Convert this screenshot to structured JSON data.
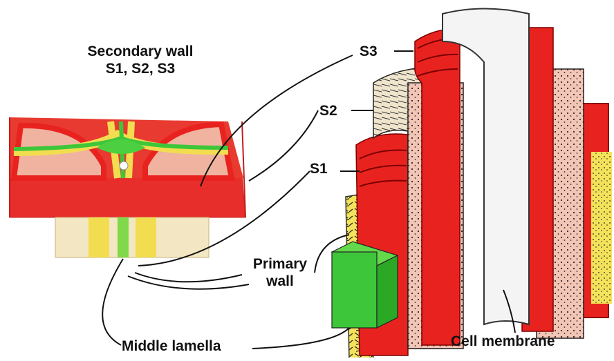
{
  "labels": {
    "secondary_wall_line1": "Secondary wall",
    "secondary_wall_line2": "S1, S2, S3",
    "s3": "S3",
    "s2": "S2",
    "s1": "S1",
    "primary_wall_line1": "Primary",
    "primary_wall_line2": "wall",
    "middle_lamella": "Middle lamella",
    "cell_membrane": "Cell membrane"
  },
  "colors": {
    "s1_s3_red": "#e8231f",
    "s2_pink": "#f2c1b0",
    "primary_wall_yellow": "#f2e04a",
    "middle_lamella_green": "#3ec63a",
    "lumen_white": "#f2f2f2",
    "outline": "#111111"
  }
}
